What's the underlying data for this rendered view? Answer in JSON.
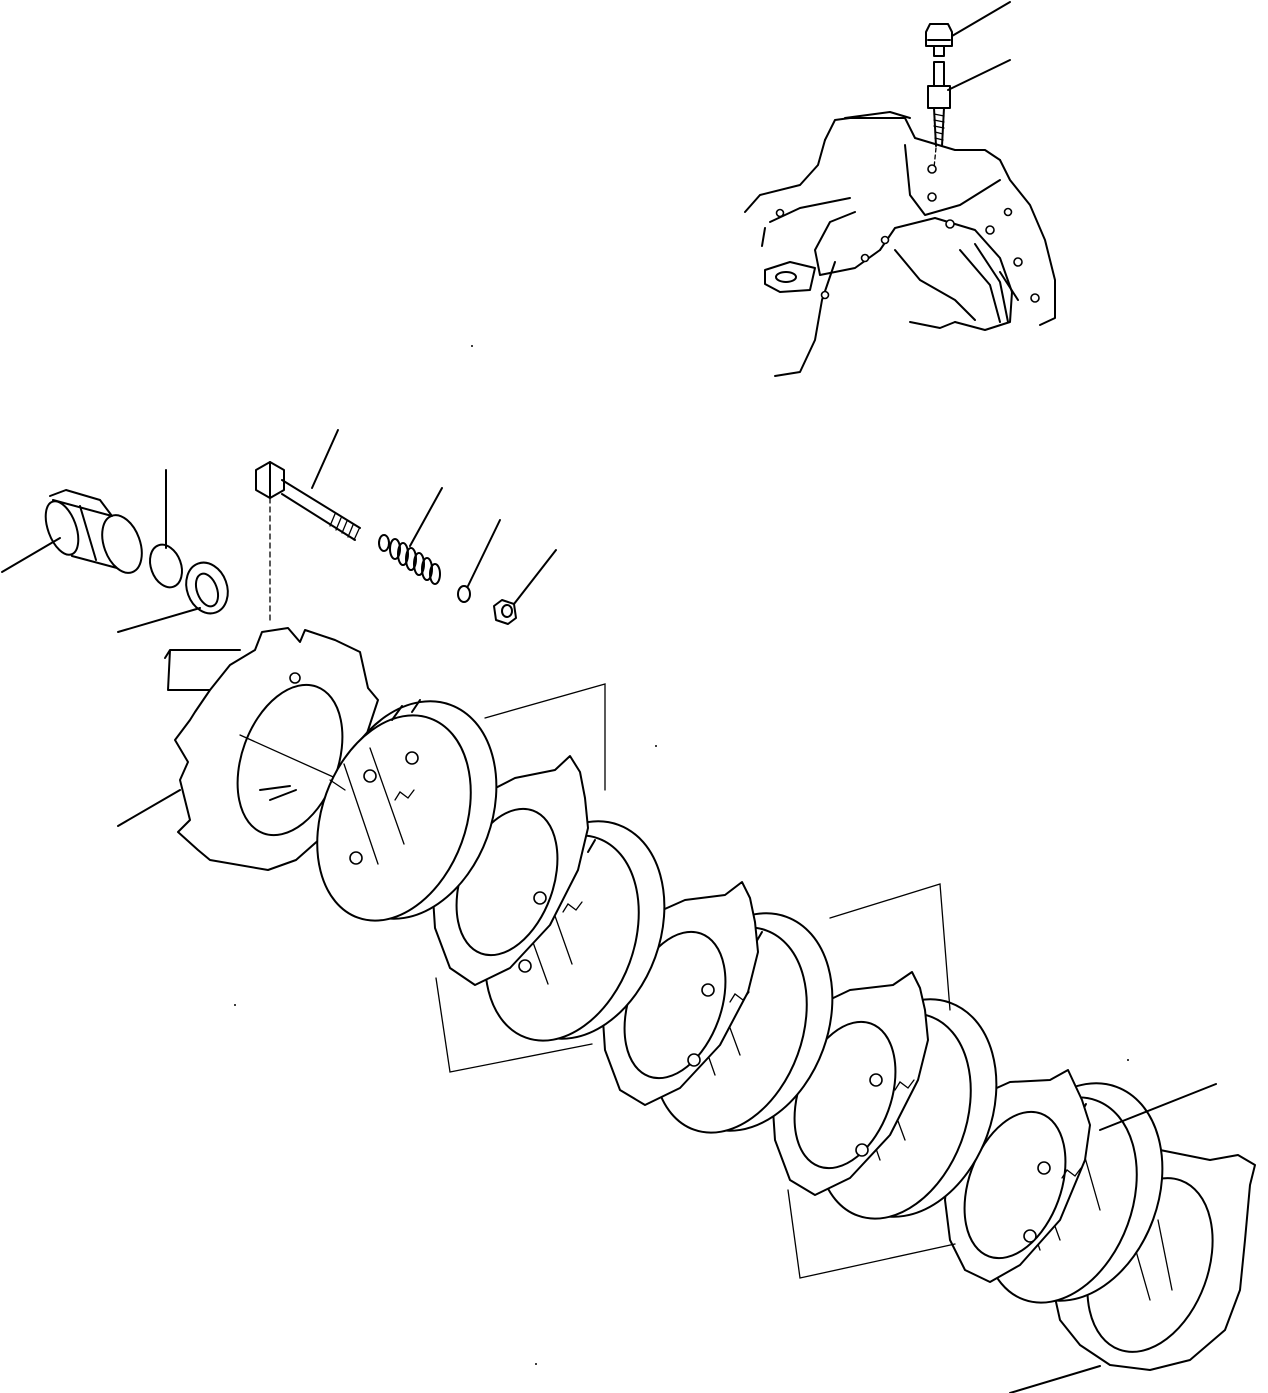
{
  "diagram": {
    "kind": "exploded-parts-view",
    "leader_count": 10,
    "housing_parts": [
      "breather-cap",
      "breather-stud",
      "axle-housing"
    ],
    "brake_parts": [
      "piston",
      "o-ring",
      "seal-ring",
      "return-bolt",
      "spring-stack",
      "washer",
      "nut",
      "pressure-plate",
      "disc-pack"
    ],
    "disc_pack": {
      "friction_discs": 5,
      "steel_plates": 5,
      "end_plate": 1
    }
  }
}
